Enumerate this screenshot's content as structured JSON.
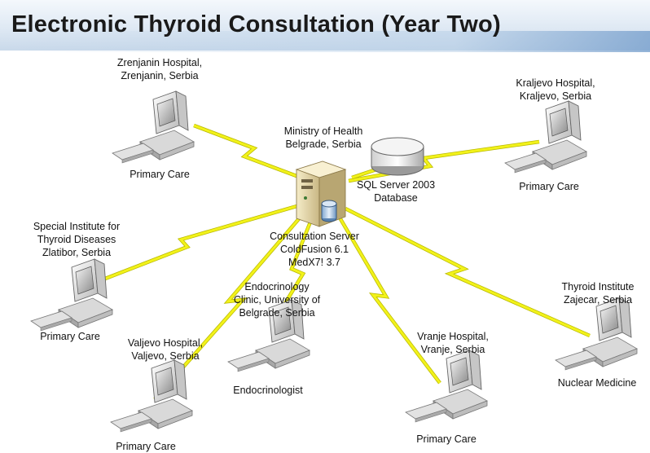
{
  "title": "Electronic Thyroid Consultation (Year Two)",
  "colors": {
    "link": "#f2f21a",
    "link_stroke": "#b8b800",
    "server_body": "#e9dcae"
  },
  "nodes": {
    "zrenjanin": {
      "name_line1": "Zrenjanin Hospital,",
      "name_line2": "Zrenjanin, Serbia",
      "role": "Primary Care",
      "icon": "workstation-icon"
    },
    "kraljevo": {
      "name_line1": "Kraljevo Hospital,",
      "name_line2": "Kraljevo, Serbia",
      "role": "Primary Care",
      "icon": "workstation-icon"
    },
    "zlatibor": {
      "name_line1": "Special Institute for",
      "name_line2": "Thyroid Diseases",
      "name_line3": "Zlatibor, Serbia",
      "role": "Primary Care",
      "icon": "workstation-icon"
    },
    "ministry": {
      "name_line1": "Ministry of Health",
      "name_line2": "Belgrade, Serbia",
      "icon": "server-icon"
    },
    "database": {
      "line1": "SQL Server 2003",
      "line2": "Database",
      "icon": "database-icon"
    },
    "consult": {
      "line1": "Consultation Server",
      "line2": "ColdFusion 6.1",
      "line3": "MedX7! 3.7"
    },
    "endocrinology": {
      "name_line1": "Endocrinology",
      "name_line2": "Clinic, University of",
      "name_line3": "Belgrade, Serbia",
      "role": "Endocrinologist",
      "icon": "workstation-icon"
    },
    "zajecar": {
      "name_line1": "Thyroid Institute",
      "name_line2": "Zajecar, Serbia",
      "role": "Nuclear Medicine",
      "icon": "workstation-icon"
    },
    "valjevo": {
      "name_line1": "Valjevo Hospital,",
      "name_line2": "Valjevo, Serbia",
      "role": "Primary Care",
      "icon": "workstation-icon"
    },
    "vranje": {
      "name_line1": "Vranje Hospital,",
      "name_line2": "Vranje, Serbia",
      "role": "Primary Care",
      "icon": "workstation-icon"
    }
  }
}
